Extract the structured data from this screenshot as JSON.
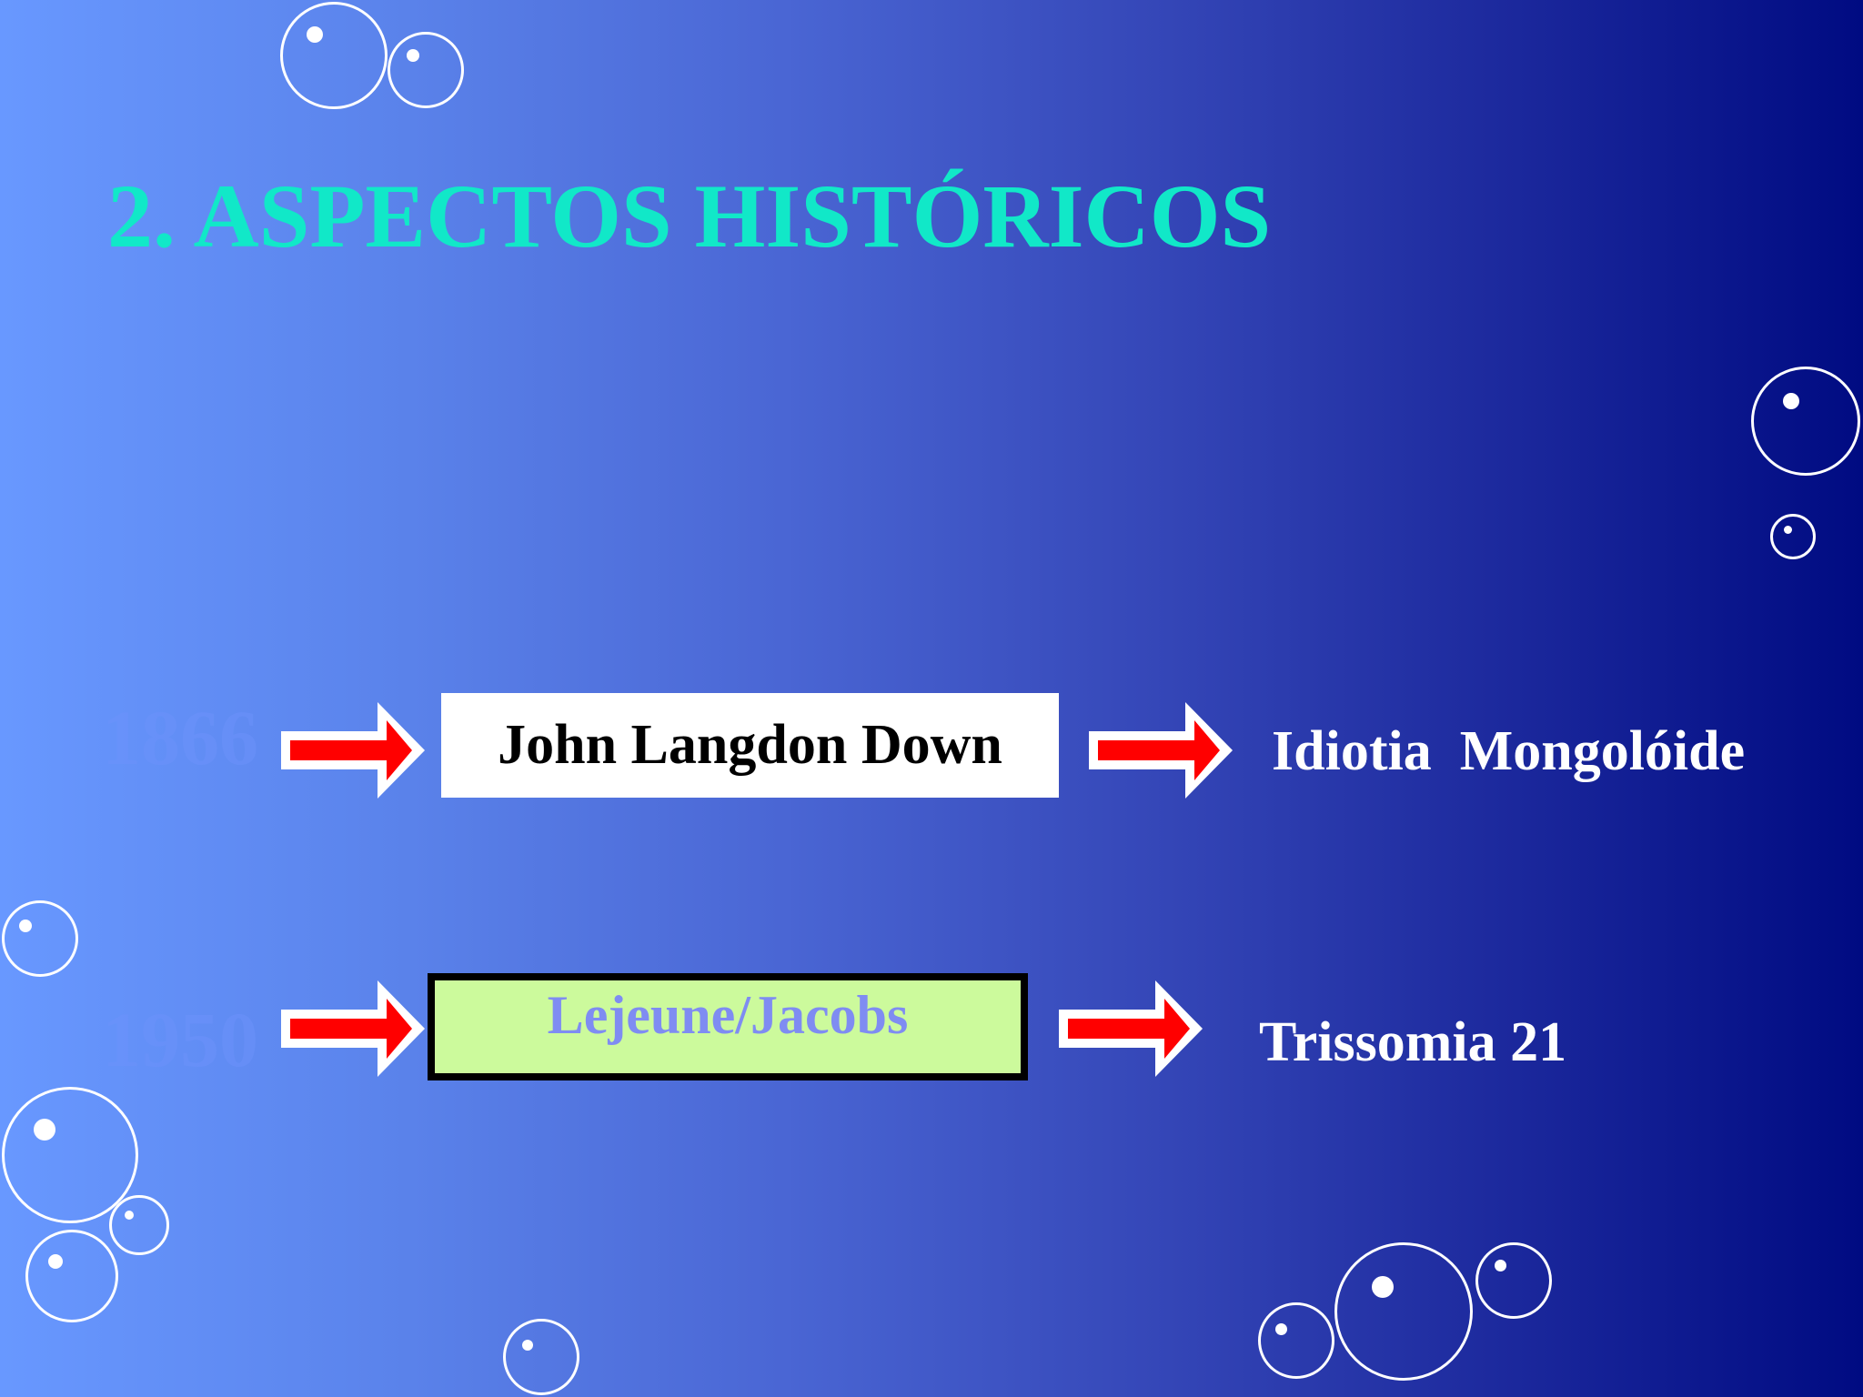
{
  "slide": {
    "title": "2. ASPECTOS HISTÓRICOS",
    "rows": [
      {
        "year": "1866",
        "name": "John Langdon Down",
        "result": "Idiotia  Mongolóide"
      },
      {
        "year": "1950",
        "name": "Lejeune/Jacobs",
        "result": "Trissomia 21"
      }
    ]
  },
  "colors": {
    "background_left": "#6898ff",
    "background_right": "#000b82",
    "title": "#11e8c8",
    "arrow_fill": "#ff0000",
    "arrow_border": "#ffffff",
    "box1_fill": "#ffffff",
    "box2_fill": "#ccfa9c",
    "box2_text": "#7f8cf2"
  },
  "icons": [
    "arrow-right-icon",
    "bubble-decoration"
  ]
}
